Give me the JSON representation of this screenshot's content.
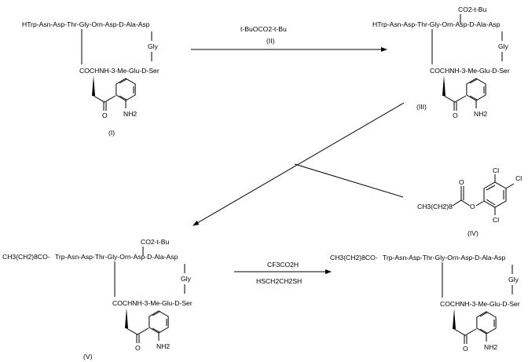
{
  "compounds": {
    "I": {
      "label": "(I)",
      "peptide": "HTrp-Asn-Asp-Thr-Gly-Orn-Asp-D-Ala-Asp",
      "prefix": "",
      "side_group": "",
      "linker": "Gly",
      "lower_chain": "COCHNH-3-Me-Glu-D-Ser",
      "ketone_o": "O",
      "amine": "NH2"
    },
    "III": {
      "label": "(III)",
      "peptide": "HTrp-Asn-Asp-Thr-Gly-Orn-Asp-D-Ala-Asp",
      "prefix": "",
      "side_group": "CO2-t-Bu",
      "linker": "Gly",
      "lower_chain": "COCHNH-3-Me-Glu-D-Ser",
      "ketone_o": "O",
      "amine": "NH2"
    },
    "V": {
      "label": "(V)",
      "peptide": "Trp-Asn-Asp-Thr-Gly-Orn-Asp-D-Ala-Asp",
      "prefix": "CH3(CH2)8CO-",
      "side_group": "CO2-t-Bu",
      "linker": "Gly",
      "lower_chain": "COCHNH-3-Me-Glu-D-Ser",
      "ketone_o": "O",
      "amine": "NH2"
    },
    "product": {
      "label": "",
      "peptide": "Trp-Asn-Asp-Thr-Gly-Orn-Asp-D-Ala-Asp",
      "prefix": "CH3(CH2)8CO-",
      "side_group": "",
      "linker": "Gly",
      "lower_chain": "COCHNH-3-Me-Glu-D-Ser",
      "ketone_o": "O",
      "amine": "NH2"
    }
  },
  "reagent_IV": {
    "label": "(IV)",
    "chain": "CH3(CH2)8",
    "carbonyl_o": "O",
    "ester_o": "O",
    "substituents": [
      "Cl",
      "Cl",
      "Cl"
    ]
  },
  "steps": {
    "step1": {
      "reagent": "t-BuOCO2-t-Bu",
      "reagent_label": "(II)"
    },
    "step3": {
      "reagent_top": "CF3CO2H",
      "reagent_bottom": "HSCH2CH2SH"
    }
  }
}
